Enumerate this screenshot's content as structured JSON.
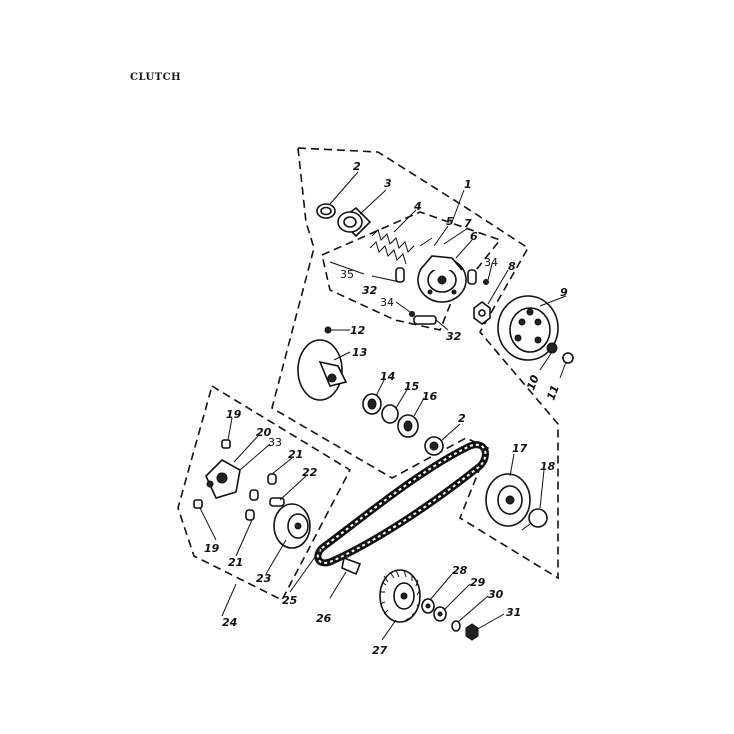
{
  "title": "CLUTCH",
  "callouts": {
    "p1": "1",
    "p2a": "2",
    "p2b": "2",
    "p3": "3",
    "p4": "4",
    "p5": "5",
    "p6": "6",
    "p7": "7",
    "p8": "8",
    "p9": "9",
    "p10": "10",
    "p11": "11",
    "p12": "12",
    "p13": "13",
    "p14": "14",
    "p15": "15",
    "p16": "16",
    "p17": "17",
    "p18": "18",
    "p19a": "19",
    "p19b": "19",
    "p20": "20",
    "p21a": "21",
    "p21b": "21",
    "p22": "22",
    "p23": "23",
    "p24": "24",
    "p25": "25",
    "p26": "26",
    "p27": "27",
    "p28": "28",
    "p29": "29",
    "p30": "30",
    "p31": "31",
    "p32a": "32",
    "p32b": "32",
    "p33": "33",
    "p34a": "34",
    "p34b": "34",
    "p35": "35"
  }
}
